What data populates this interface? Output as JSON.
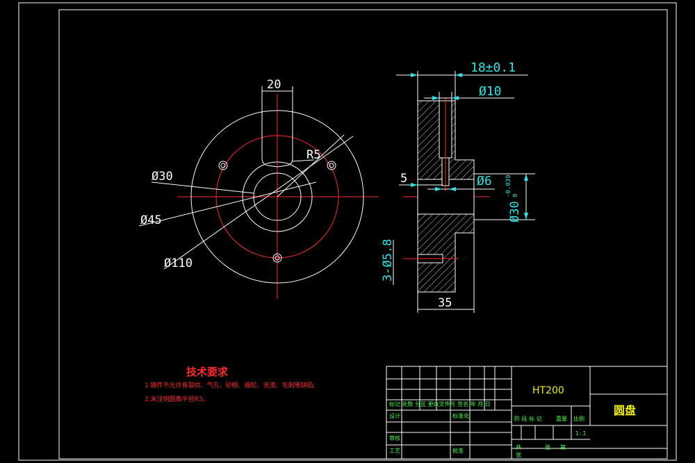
{
  "colors": {
    "background": "#000000",
    "white": "#ffffff",
    "red": "#ff2a2a",
    "cyan": "#25e6e6",
    "green": "#3cff3c",
    "yellow": "#f0f000"
  },
  "front_view": {
    "slot_width": "20",
    "radius_label": "R5",
    "dia_30": "Ø30",
    "dia_45": "Ø45",
    "dia_110": "Ø110"
  },
  "side_view": {
    "length_tol": "18±0.1",
    "dia_10": "Ø10",
    "step_5": "5",
    "dia_6": "Ø6",
    "bore_main": "Ø30",
    "bore_upper_tol": "-0.039",
    "bore_lower_tol": "0",
    "holes_label": "3-Ø5.8",
    "width_35": "35"
  },
  "tech_requirements": {
    "title": "技术要求",
    "line1": "1.铸件不允许有裂纹、气孔、砂眼、缩松、夹渣、毛刺等缺陷;",
    "line2": "2.未注明圆角半径R3。"
  },
  "title_block": {
    "material": "HT200",
    "part_name": "圆盘",
    "row_headers": "标记  处数  分区  更改文件号 签名 年 月 日",
    "design": "设计",
    "standardize": "标准化",
    "review": "审核",
    "process": "工艺",
    "approve": "批准",
    "stage_mark": "阶 段 标 记",
    "weight": "重量",
    "scale_label": "比例",
    "scale_value": "1: 1",
    "sheets_total": "共",
    "sheets_word": "张",
    "sheet_no": "第",
    "sheet_word2": "张"
  }
}
